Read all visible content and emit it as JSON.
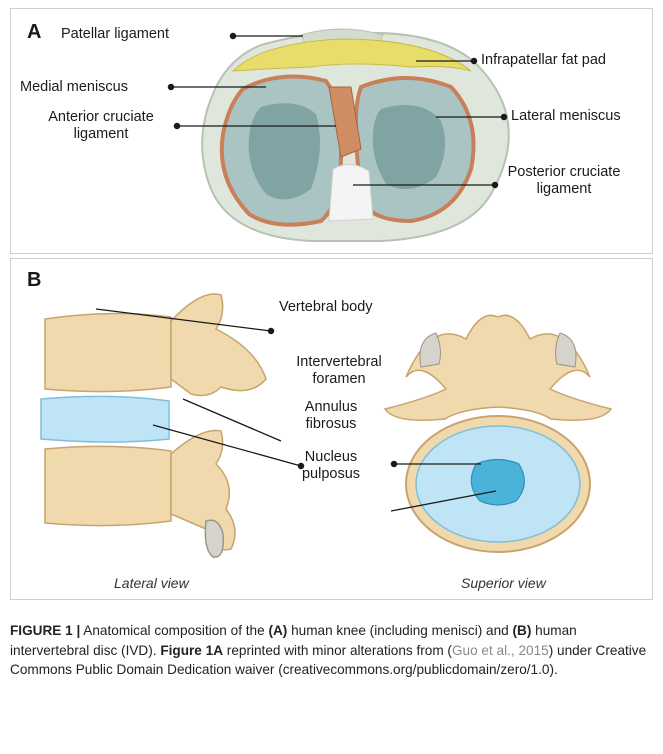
{
  "panel_a": {
    "letter": "A",
    "labels": {
      "patellar_ligament": "Patellar ligament",
      "infrapatellar_fat_pad": "Infrapatellar fat pad",
      "medial_meniscus": "Medial meniscus",
      "lateral_meniscus": "Lateral meniscus",
      "acl_line1": "Anterior cruciate",
      "acl_line2": "ligament",
      "pcl_line1": "Posterior cruciate",
      "pcl_line2": "ligament"
    }
  },
  "panel_b": {
    "letter": "B",
    "labels": {
      "vertebral_body": "Vertebral body",
      "iv_foramen_line1": "Intervertebral",
      "iv_foramen_line2": "foramen",
      "annulus_line1": "Annulus",
      "annulus_line2": "fibrosus",
      "nucleus_line1": "Nucleus",
      "nucleus_line2": "pulposus"
    },
    "views": {
      "lateral": "Lateral view",
      "superior": "Superior view"
    }
  },
  "caption": {
    "figure_label": "FIGURE 1 |",
    "text_1": " Anatomical composition of the ",
    "bold_a": "(A)",
    "text_2": " human knee (including menisci) and ",
    "bold_b": "(B)",
    "text_3": " human intervertebral disc (IVD). ",
    "bold_fig": "Figure 1A",
    "text_4": " reprinted with minor alterations from (",
    "ref": "Guo et al., 2015",
    "text_5": ") under Creative Commons Public Domain Dedication waiver (creativecommons.org/publicdomain/zero/1.0)."
  },
  "colors": {
    "bone": "#efd9ad",
    "bone_edge": "#c9a36e",
    "disc_blue": "#bfe4f5",
    "disc_edge": "#7fbfdb",
    "nucleus": "#4bb3d9",
    "meniscus": "#a9c4c3",
    "meniscus_rim": "#c9805a",
    "fat_pad": "#e8dc6a",
    "tibia_plateau": "#dfe7dc"
  }
}
